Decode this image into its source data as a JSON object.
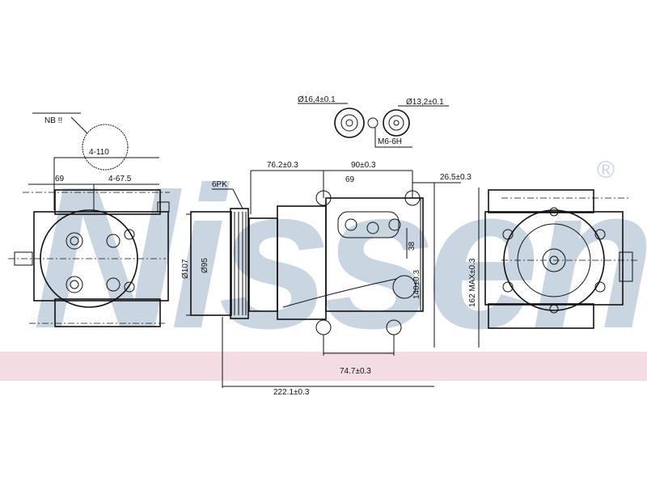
{
  "watermark": {
    "brand": "Nissens",
    "registered": "®",
    "color": "#c9d5e1"
  },
  "band_color": "#f3dde3",
  "labels": {
    "nb": "NB !!",
    "holes": "4-110",
    "left_69": "69",
    "pcd": "4-67.5",
    "port_large": "Ø16,4±0.1",
    "port_small": "Ø13,2±0.1",
    "thread": "M6-6H",
    "dim_76": "76.2±0.3",
    "dim_90": "90±0.3",
    "hole_69": "69",
    "dim_26": "26.5±0.3",
    "belt": "6PK",
    "dia_107": "Ø107",
    "dia_95": "Ø95",
    "dim_38": "38",
    "dim_140": "140±0.3",
    "dim_162": "162 MAX±0.3",
    "dim_74": "74.7±0.3",
    "dim_222": "222.1±0.3"
  }
}
